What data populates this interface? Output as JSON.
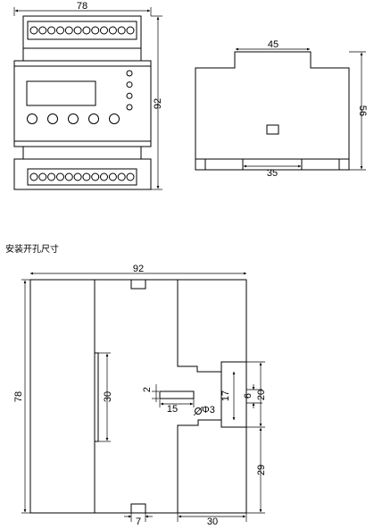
{
  "front_view": {
    "width_dim": "78",
    "height_dim": "92",
    "terminals_per_row": 12,
    "leds": 4,
    "buttons": 5
  },
  "side_view": {
    "top_dim": "45",
    "height_dim": "56",
    "bottom_dim": "35"
  },
  "cutout": {
    "caption": "安装开孔尺寸",
    "width_dim": "92",
    "height_dim": "78",
    "slot_dim": "30",
    "small_dim_2": "2",
    "small_dim_15": "15",
    "hole_label": "Φ3",
    "small_dim_17": "17",
    "small_dim_6": "6",
    "small_dim_20": "20",
    "bottom_right_dim": "29",
    "bottom_tab_dim": "7",
    "bottom_step_dim": "30"
  }
}
